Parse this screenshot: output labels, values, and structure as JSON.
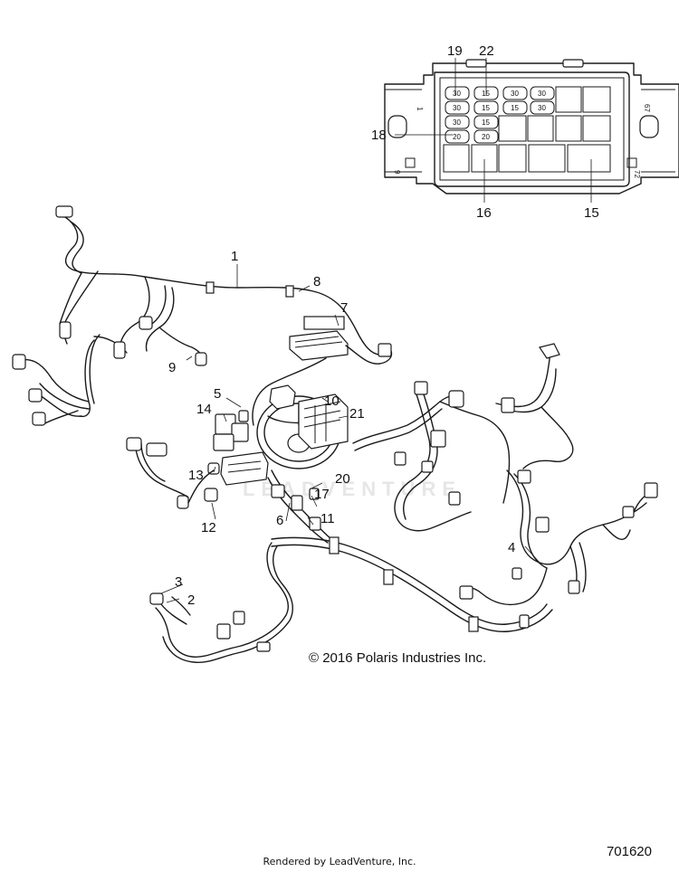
{
  "callouts": {
    "c1": "1",
    "c2": "2",
    "c3": "3",
    "c4": "4",
    "c5": "5",
    "c6": "6",
    "c7": "7",
    "c8": "8",
    "c9": "9",
    "c10": "10",
    "c11": "11",
    "c12": "12",
    "c13": "13",
    "c14": "14",
    "c15": "15",
    "c16": "16",
    "c17": "17",
    "c18": "18",
    "c19": "19",
    "c20": "20",
    "c21": "21",
    "c22": "22"
  },
  "fuse_box": {
    "fuse_rows": [
      [
        "30",
        "15",
        "30",
        "30"
      ],
      [
        "30",
        "15",
        "15",
        "30"
      ],
      [
        "30",
        "15"
      ],
      [
        "20",
        "20"
      ]
    ],
    "edge_marks": [
      "1",
      "9",
      "67",
      "72"
    ]
  },
  "watermark": "LEADVENTURE",
  "copyright": "© 2016 Polaris Industries Inc.",
  "rendered_by": "Rendered by LeadVenture, Inc.",
  "diagram_number": "701620"
}
